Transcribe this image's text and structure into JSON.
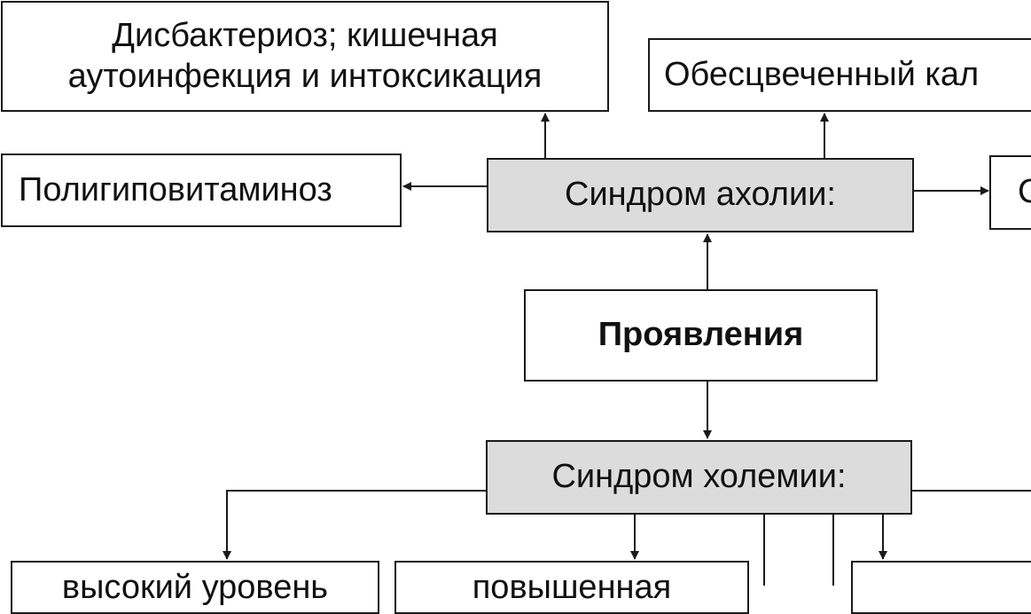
{
  "nodes": {
    "dysbacteriosis": "Дисбактериоз; кишечная\nаутоинфекция и интоксикация",
    "discolored_stool": "Обесцвеченный кал",
    "polyhypovitaminosis": "Полигиповитаминоз",
    "acholia": "Синдром ахолии:",
    "acholia_right_partial": "С",
    "manifestations": "Проявления",
    "cholemia": "Синдром холемии:",
    "high_level_partial": "высокий уровень",
    "increased_partial": "повышенная"
  },
  "colors": {
    "syndrome_fill": "#dcdcdc",
    "border": "#1a1a1a",
    "text": "#111111"
  }
}
